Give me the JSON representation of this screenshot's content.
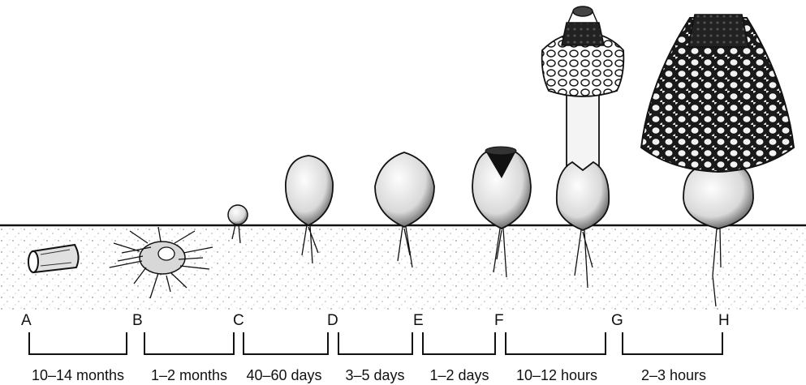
{
  "stages": [
    {
      "letter": "A",
      "description": "buried egg-like rhizomorph piece"
    },
    {
      "letter": "B",
      "description": "mycelial clump in soil"
    },
    {
      "letter": "C",
      "description": "small egg emerging"
    },
    {
      "letter": "D",
      "description": "round egg"
    },
    {
      "letter": "E",
      "description": "egg with pointed top"
    },
    {
      "letter": "F",
      "description": "egg splitting open"
    },
    {
      "letter": "G",
      "description": "stinkhorn with expanding net"
    },
    {
      "letter": "H",
      "description": "mature stinkhorn with full indusium"
    }
  ],
  "intervals": [
    {
      "label": "10–14 months"
    },
    {
      "label": "1–2 months"
    },
    {
      "label": "40–60 days"
    },
    {
      "label": "3–5 days"
    },
    {
      "label": "1–2 days"
    },
    {
      "label": "10–12 hours"
    },
    {
      "label": "2–3 hours"
    }
  ],
  "colors": {
    "ink": "#111111",
    "background": "#ffffff",
    "stipple": "#555555"
  }
}
